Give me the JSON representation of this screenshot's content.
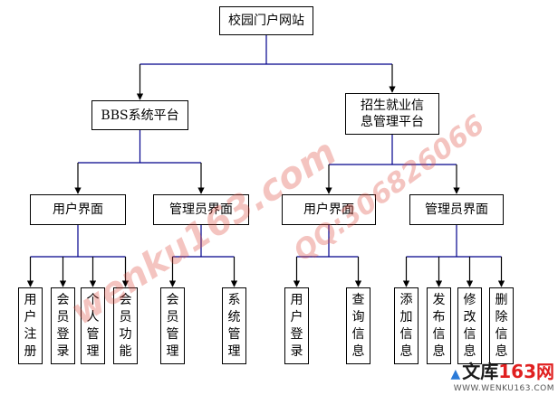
{
  "diagram": {
    "colors": {
      "line": "#000000",
      "branch": "#00008b"
    },
    "nodes": [
      {
        "id": "root",
        "label": "校园门户网站"
      },
      {
        "id": "bbs",
        "label": "BBS系统平台"
      },
      {
        "id": "zhaosheng",
        "label": "招生就业信息管理平台"
      },
      {
        "id": "bbs-user-ui",
        "label": "用户界面"
      },
      {
        "id": "bbs-admin-ui",
        "label": "管理员界面"
      },
      {
        "id": "zs-user-ui",
        "label": "用户界面"
      },
      {
        "id": "zs-admin-ui",
        "label": "管理员界面"
      },
      {
        "id": "user-register",
        "label": "用户注册"
      },
      {
        "id": "member-login",
        "label": "会员登录"
      },
      {
        "id": "personal-manage",
        "label": "个人管理"
      },
      {
        "id": "member-functions",
        "label": "会员功能"
      },
      {
        "id": "member-manage",
        "label": "会员管理"
      },
      {
        "id": "system-manage",
        "label": "系统管理"
      },
      {
        "id": "user-login",
        "label": "用户登录"
      },
      {
        "id": "query-info",
        "label": "查询信息"
      },
      {
        "id": "add-info",
        "label": "添加信息"
      },
      {
        "id": "publish-info",
        "label": "发布信息"
      },
      {
        "id": "modify-info",
        "label": "修改信息"
      },
      {
        "id": "delete-info",
        "label": "删除信息"
      }
    ],
    "edges": [
      [
        "root",
        "bbs"
      ],
      [
        "root",
        "zhaosheng"
      ],
      [
        "bbs",
        "bbs-user-ui"
      ],
      [
        "bbs",
        "bbs-admin-ui"
      ],
      [
        "zhaosheng",
        "zs-user-ui"
      ],
      [
        "zhaosheng",
        "zs-admin-ui"
      ],
      [
        "bbs-user-ui",
        "user-register"
      ],
      [
        "bbs-user-ui",
        "member-login"
      ],
      [
        "bbs-user-ui",
        "personal-manage"
      ],
      [
        "bbs-user-ui",
        "member-functions"
      ],
      [
        "bbs-admin-ui",
        "member-manage"
      ],
      [
        "bbs-admin-ui",
        "system-manage"
      ],
      [
        "zs-user-ui",
        "user-login"
      ],
      [
        "zs-user-ui",
        "query-info"
      ],
      [
        "zs-admin-ui",
        "add-info"
      ],
      [
        "zs-admin-ui",
        "publish-info"
      ],
      [
        "zs-admin-ui",
        "modify-info"
      ],
      [
        "zs-admin-ui",
        "delete-info"
      ]
    ]
  },
  "watermarks": {
    "site": "wenku163.com",
    "qq": "QQ:306826066"
  },
  "logo": {
    "cn": "文库",
    "num": "163",
    "net": "网",
    "url": "WWW.WENKU163.COM"
  }
}
